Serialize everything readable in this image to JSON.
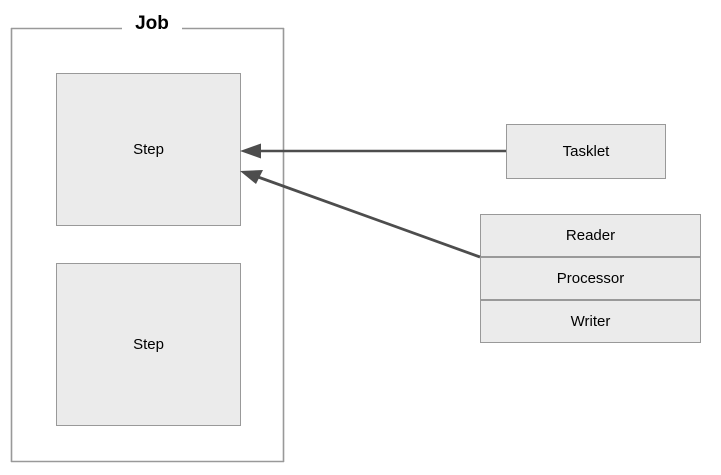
{
  "diagram": {
    "title": "Job",
    "background_color": "#ffffff",
    "box_fill_color": "#ebebeb",
    "box_border_color": "#999999",
    "arrow_color": "#4d4d4d",
    "text_color": "#000000",
    "container": {
      "label": "Job"
    },
    "steps": [
      {
        "label": "Step"
      },
      {
        "label": "Step"
      }
    ],
    "tasklet": {
      "label": "Tasklet"
    },
    "chunk": {
      "rows": [
        {
          "label": "Reader"
        },
        {
          "label": "Processor"
        },
        {
          "label": "Writer"
        }
      ]
    },
    "connections": [
      {
        "from": "Tasklet",
        "to": "Step",
        "style": "arrow"
      },
      {
        "from": "Reader/Processor/Writer",
        "to": "Step",
        "style": "arrow"
      }
    ]
  }
}
